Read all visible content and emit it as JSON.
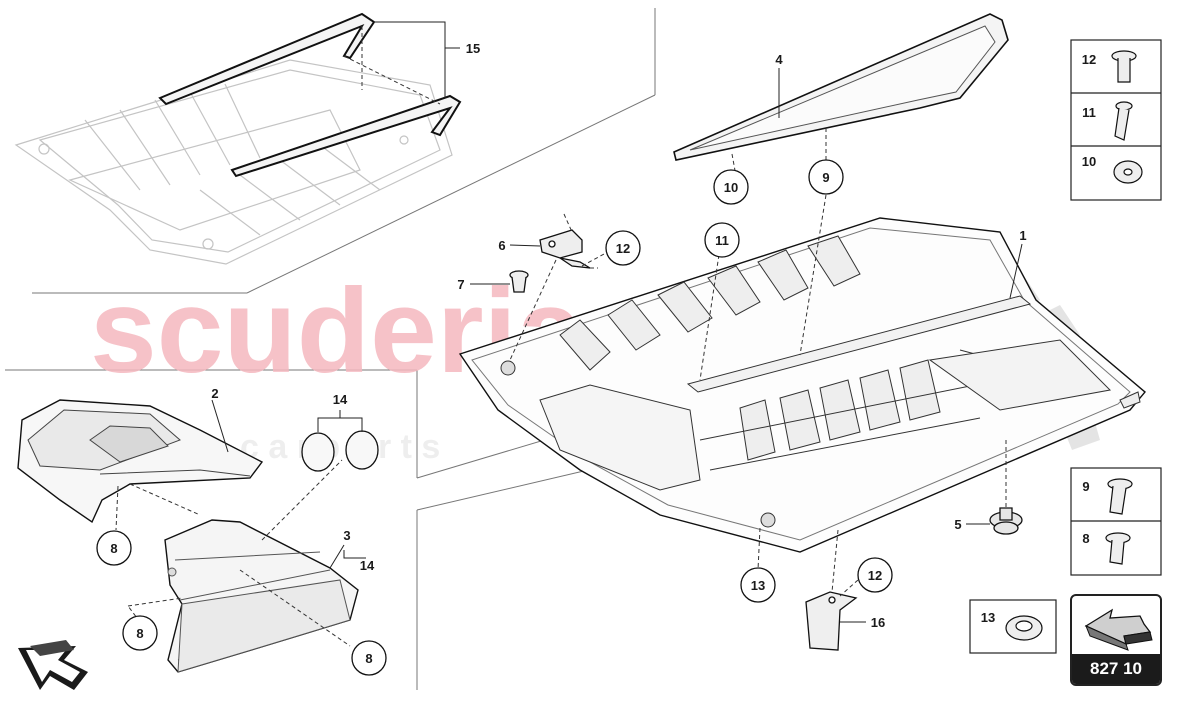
{
  "watermark": {
    "brand": "scuderia",
    "subtitle": "c a r p a r t s",
    "color": "#f2aeb6"
  },
  "callouts": {
    "c8a": "8",
    "c8b": "8",
    "c8c": "8",
    "c9": "9",
    "c10": "10",
    "c11": "11",
    "c12a": "12",
    "c12b": "12",
    "c13": "13"
  },
  "labels": {
    "l1": "1",
    "l2": "2",
    "l3": "3",
    "l4": "4",
    "l5": "5",
    "l6": "6",
    "l7": "7",
    "l14a": "14",
    "l14b": "14",
    "l15": "15",
    "l16": "16"
  },
  "parts_box_top": {
    "rows": [
      "12",
      "11",
      "10"
    ]
  },
  "parts_box_mid": {
    "rows": [
      "9",
      "8"
    ]
  },
  "parts_box_13": {
    "label": "13"
  },
  "reference": {
    "page": "827 10"
  },
  "icons": {
    "direction": "arrow-direction-icon"
  }
}
